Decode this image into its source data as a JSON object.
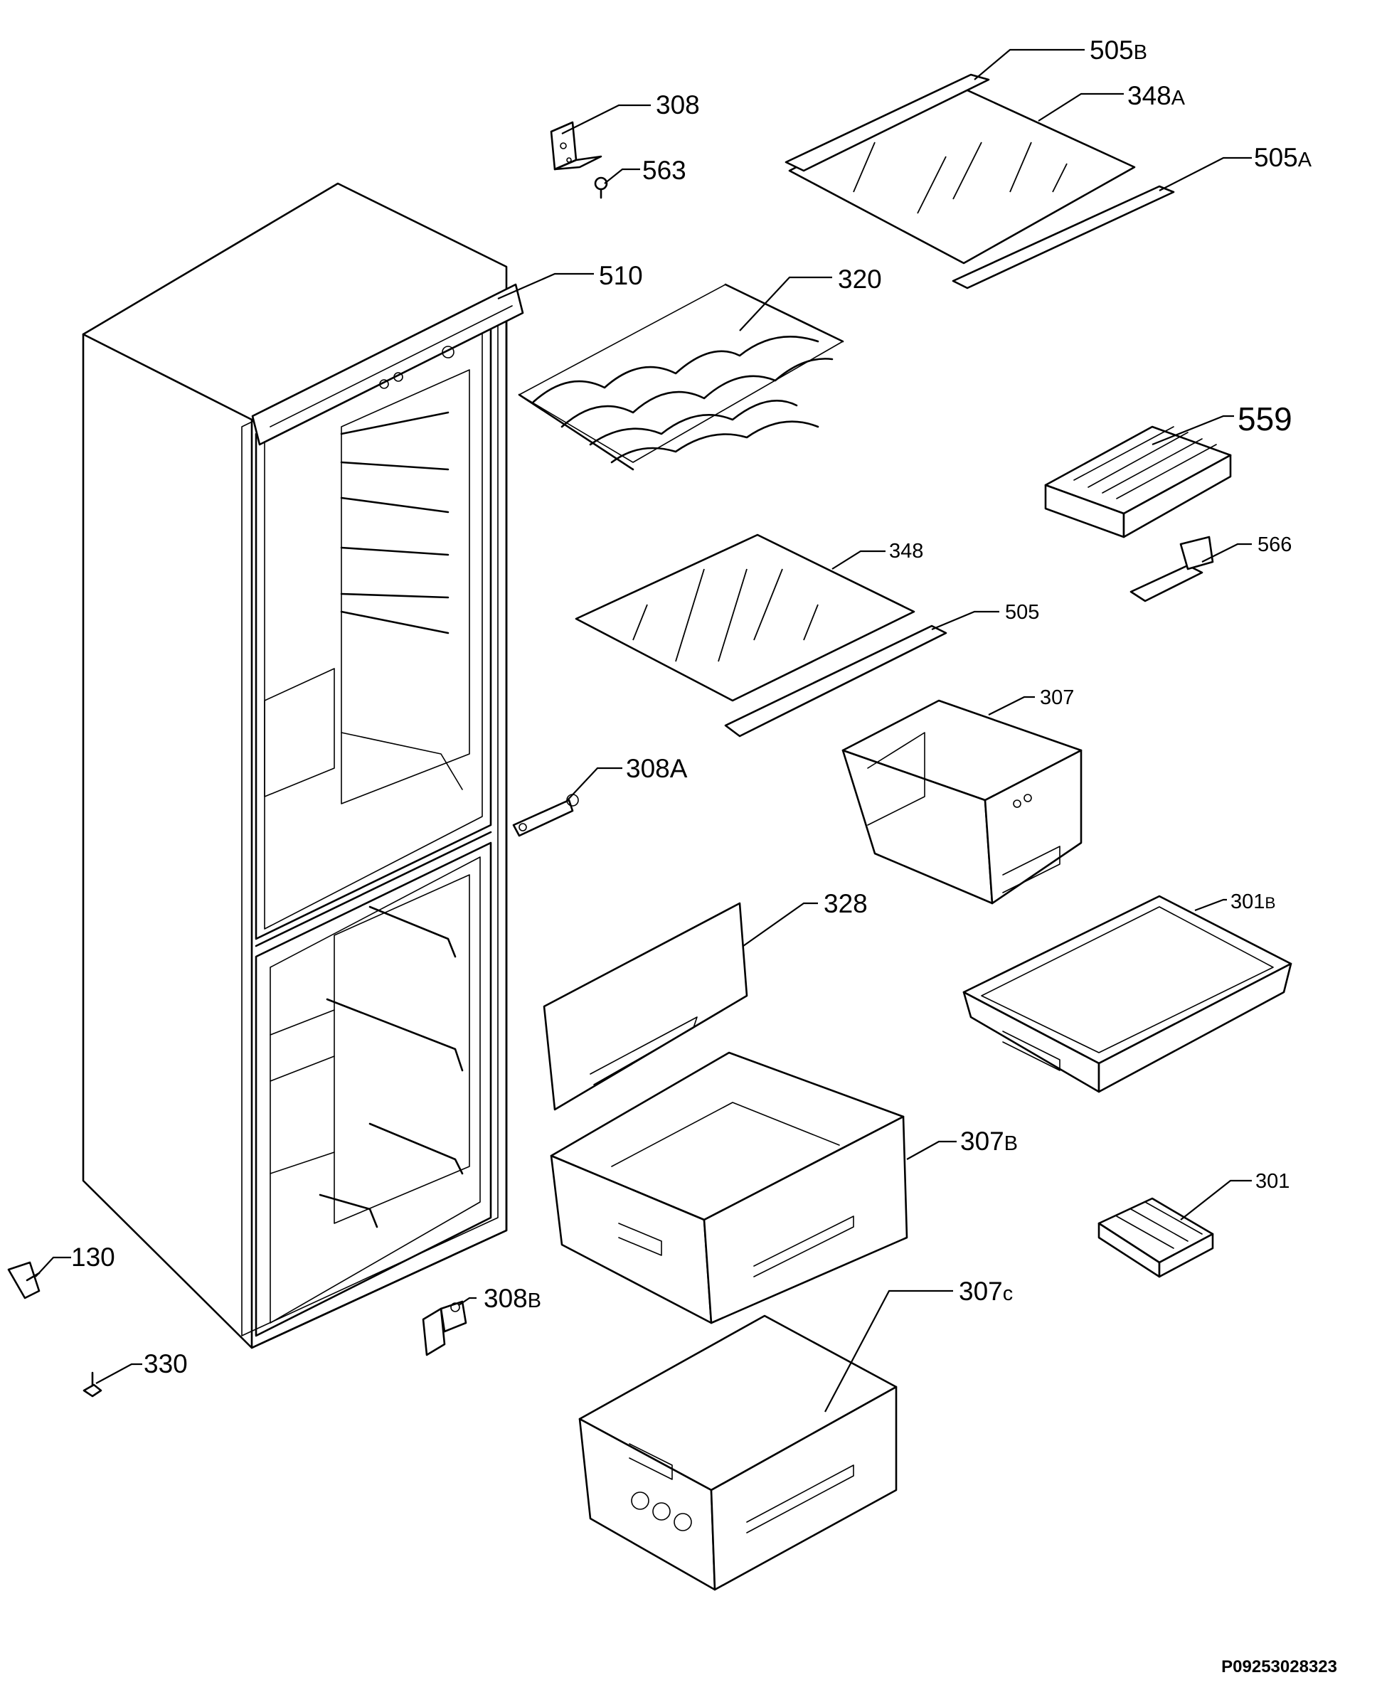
{
  "drawing_id": "P09253028323",
  "callouts": [
    {
      "id": "308",
      "num": "308",
      "suffix": ""
    },
    {
      "id": "563",
      "num": "563",
      "suffix": ""
    },
    {
      "id": "505b",
      "num": "505",
      "suffix": "B"
    },
    {
      "id": "348a",
      "num": "348",
      "suffix": "A"
    },
    {
      "id": "505a",
      "num": "505",
      "suffix": "A"
    },
    {
      "id": "510",
      "num": "510",
      "suffix": ""
    },
    {
      "id": "320",
      "num": "320",
      "suffix": ""
    },
    {
      "id": "559",
      "num": "559",
      "suffix": ""
    },
    {
      "id": "566",
      "num": "566",
      "suffix": ""
    },
    {
      "id": "348",
      "num": "348",
      "suffix": ""
    },
    {
      "id": "505",
      "num": "505",
      "suffix": ""
    },
    {
      "id": "307",
      "num": "307",
      "suffix": ""
    },
    {
      "id": "308a",
      "num": "308A",
      "suffix": ""
    },
    {
      "id": "328",
      "num": "328",
      "suffix": ""
    },
    {
      "id": "301b",
      "num": "301",
      "suffix": "B"
    },
    {
      "id": "307b",
      "num": "307",
      "suffix": "B"
    },
    {
      "id": "301",
      "num": "301",
      "suffix": ""
    },
    {
      "id": "130",
      "num": "130",
      "suffix": ""
    },
    {
      "id": "308b",
      "num": "308",
      "suffix": "B"
    },
    {
      "id": "307c",
      "num": "307",
      "suffix": "c"
    },
    {
      "id": "330",
      "num": "330",
      "suffix": ""
    }
  ]
}
